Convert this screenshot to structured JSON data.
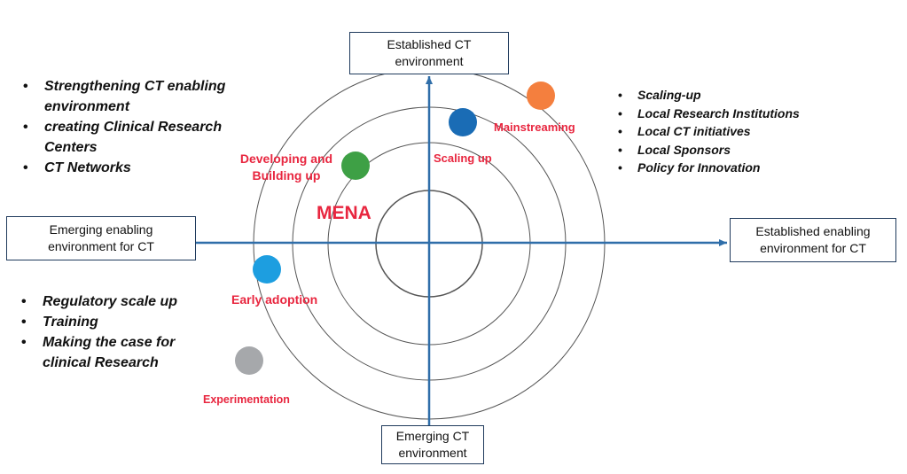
{
  "quadrant": {
    "top_label": [
      "Established CT",
      "environment"
    ],
    "bottom_label": [
      "Emerging CT",
      "environment"
    ],
    "left_label": [
      "Emerging enabling",
      "environment for CT"
    ],
    "right_label": [
      "Established enabling",
      "environment for CT"
    ],
    "center_label": "MENA"
  },
  "stages": [
    {
      "label": "Mainstreaming",
      "color": "#f47f3e"
    },
    {
      "label": "Scaling up",
      "color": "#1a6cb5"
    },
    {
      "label": "Developing and Building up",
      "color": "#3ea045"
    },
    {
      "label": "Early adoption",
      "color": "#1d9ee0"
    },
    {
      "label": "Experimentation",
      "color": "#a6a8ab"
    }
  ],
  "lists": {
    "top_left": [
      "Strengthening CT enabling environment",
      "creating Clinical Research Centers",
      "CT Networks"
    ],
    "top_right": [
      "Scaling-up",
      "Local Research Institutions",
      "Local CT initiatives",
      "Local Sponsors",
      "Policy for Innovation"
    ],
    "bottom_left": [
      "Regulatory scale up",
      "Training",
      "Making the case for clinical Research"
    ]
  },
  "colors": {
    "axis": "#2f6ea9",
    "circle": "#555555",
    "label_red": "#e8263f",
    "box_border": "#1f3a5c"
  }
}
